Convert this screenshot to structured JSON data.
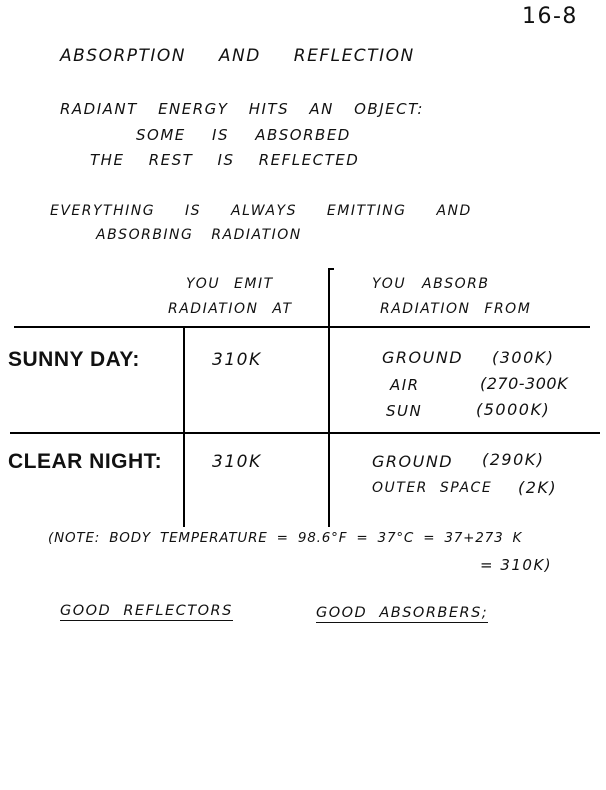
{
  "page_number": "16-8",
  "title": "ABSORPTION AND REFLECTION",
  "intro": {
    "line1": "RADIANT ENERGY HITS AN OBJECT:",
    "line2": "SOME IS ABSORBED",
    "line3": "THE REST IS REFLECTED"
  },
  "statement": {
    "line1": "EVERYTHING IS ALWAYS EMITTING AND",
    "line2": "ABSORBING RADIATION"
  },
  "table": {
    "col1_header": {
      "line1": "YOU EMIT",
      "line2": "RADIATION AT"
    },
    "col2_header": {
      "line1": "YOU ABSORB",
      "line2": "RADIATION FROM"
    },
    "rows": [
      {
        "label": "SUNNY DAY:",
        "emit": "310K",
        "absorb": [
          {
            "source": "GROUND",
            "temp": "(300K)"
          },
          {
            "source": "AIR",
            "temp": "(270-300K"
          },
          {
            "source": "SUN",
            "temp": "(5000K)"
          }
        ]
      },
      {
        "label": "CLEAR NIGHT:",
        "emit": "310K",
        "absorb": [
          {
            "source": "GROUND",
            "temp": "(290K)"
          },
          {
            "source": "OUTER SPACE",
            "temp": "(2K)"
          }
        ]
      }
    ]
  },
  "note": {
    "line1": "(NOTE: BODY TEMPERATURE = 98.6°F = 37°C = 37+273 K",
    "line2": "= 310K)"
  },
  "footer": {
    "left": "GOOD REFLECTORS",
    "right": "GOOD ABSORBERS;"
  }
}
